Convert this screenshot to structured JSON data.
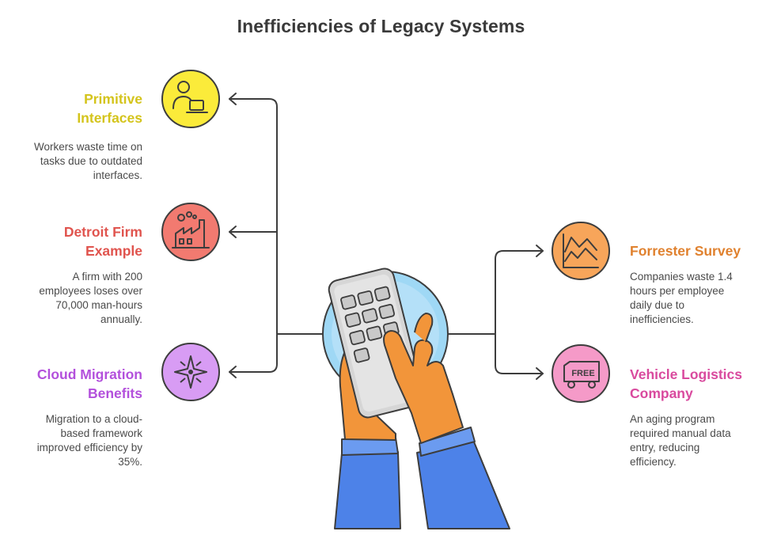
{
  "title": "Inefficiencies of Legacy Systems",
  "colors": {
    "primitive": "#d4c41c",
    "detroit": "#e0544e",
    "cloud": "#b350dc",
    "forrester": "#e0812e",
    "vehicle": "#d94a9e"
  },
  "left_items": [
    {
      "heading": [
        "Primitive",
        "Interfaces"
      ],
      "description": [
        "Workers waste time on",
        "tasks due to outdated",
        "interfaces."
      ],
      "icon": "user-laptop-icon"
    },
    {
      "heading": [
        "Detroit Firm",
        "Example"
      ],
      "description": [
        "A firm with 200",
        "employees loses over",
        "70,000 man-hours",
        "annually."
      ],
      "icon": "factory-icon"
    },
    {
      "heading": [
        "Cloud Migration",
        "Benefits"
      ],
      "description": [
        "Migration to a cloud-",
        "based framework",
        "improved efficiency by",
        "35%."
      ],
      "icon": "compass-star-icon"
    }
  ],
  "right_items": [
    {
      "heading": [
        "Forrester Survey"
      ],
      "description": [
        "Companies waste 1.4",
        "hours per employee",
        "daily due to",
        "inefficiencies."
      ],
      "icon": "line-chart-icon"
    },
    {
      "heading": [
        "Vehicle Logistics",
        "Company"
      ],
      "description": [
        "An aging program",
        "required manual data",
        "entry, reducing",
        "efficiency."
      ],
      "icon": "free-delivery-truck-icon",
      "icon_text": "FREE"
    }
  ]
}
